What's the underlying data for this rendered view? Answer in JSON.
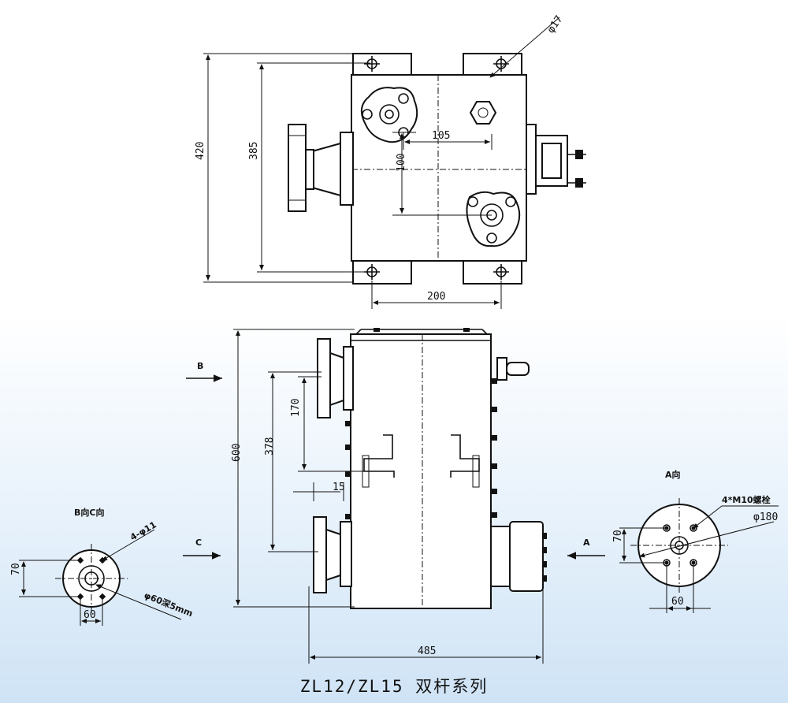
{
  "caption": "ZL12/ZL15 双杆系列",
  "dimensions": {
    "phi17": "φ17",
    "d105": "105",
    "d100": "100",
    "d420": "420",
    "d385": "385",
    "d200": "200",
    "d600": "600",
    "d378": "378",
    "d170": "170",
    "d15": "15",
    "d485": "485",
    "left_d70": "70",
    "left_d60": "60",
    "right_d70": "70",
    "right_d60": "60"
  },
  "callouts": {
    "holes_4x11": "4-φ11",
    "bore": "φ60深5mm",
    "bolts": "4*M10螺栓",
    "phi180": "φ180"
  },
  "view_labels": {
    "bc_view": "B向C向",
    "a_view": "A向"
  },
  "arrows": {
    "b": "B",
    "c": "C",
    "a": "A"
  }
}
